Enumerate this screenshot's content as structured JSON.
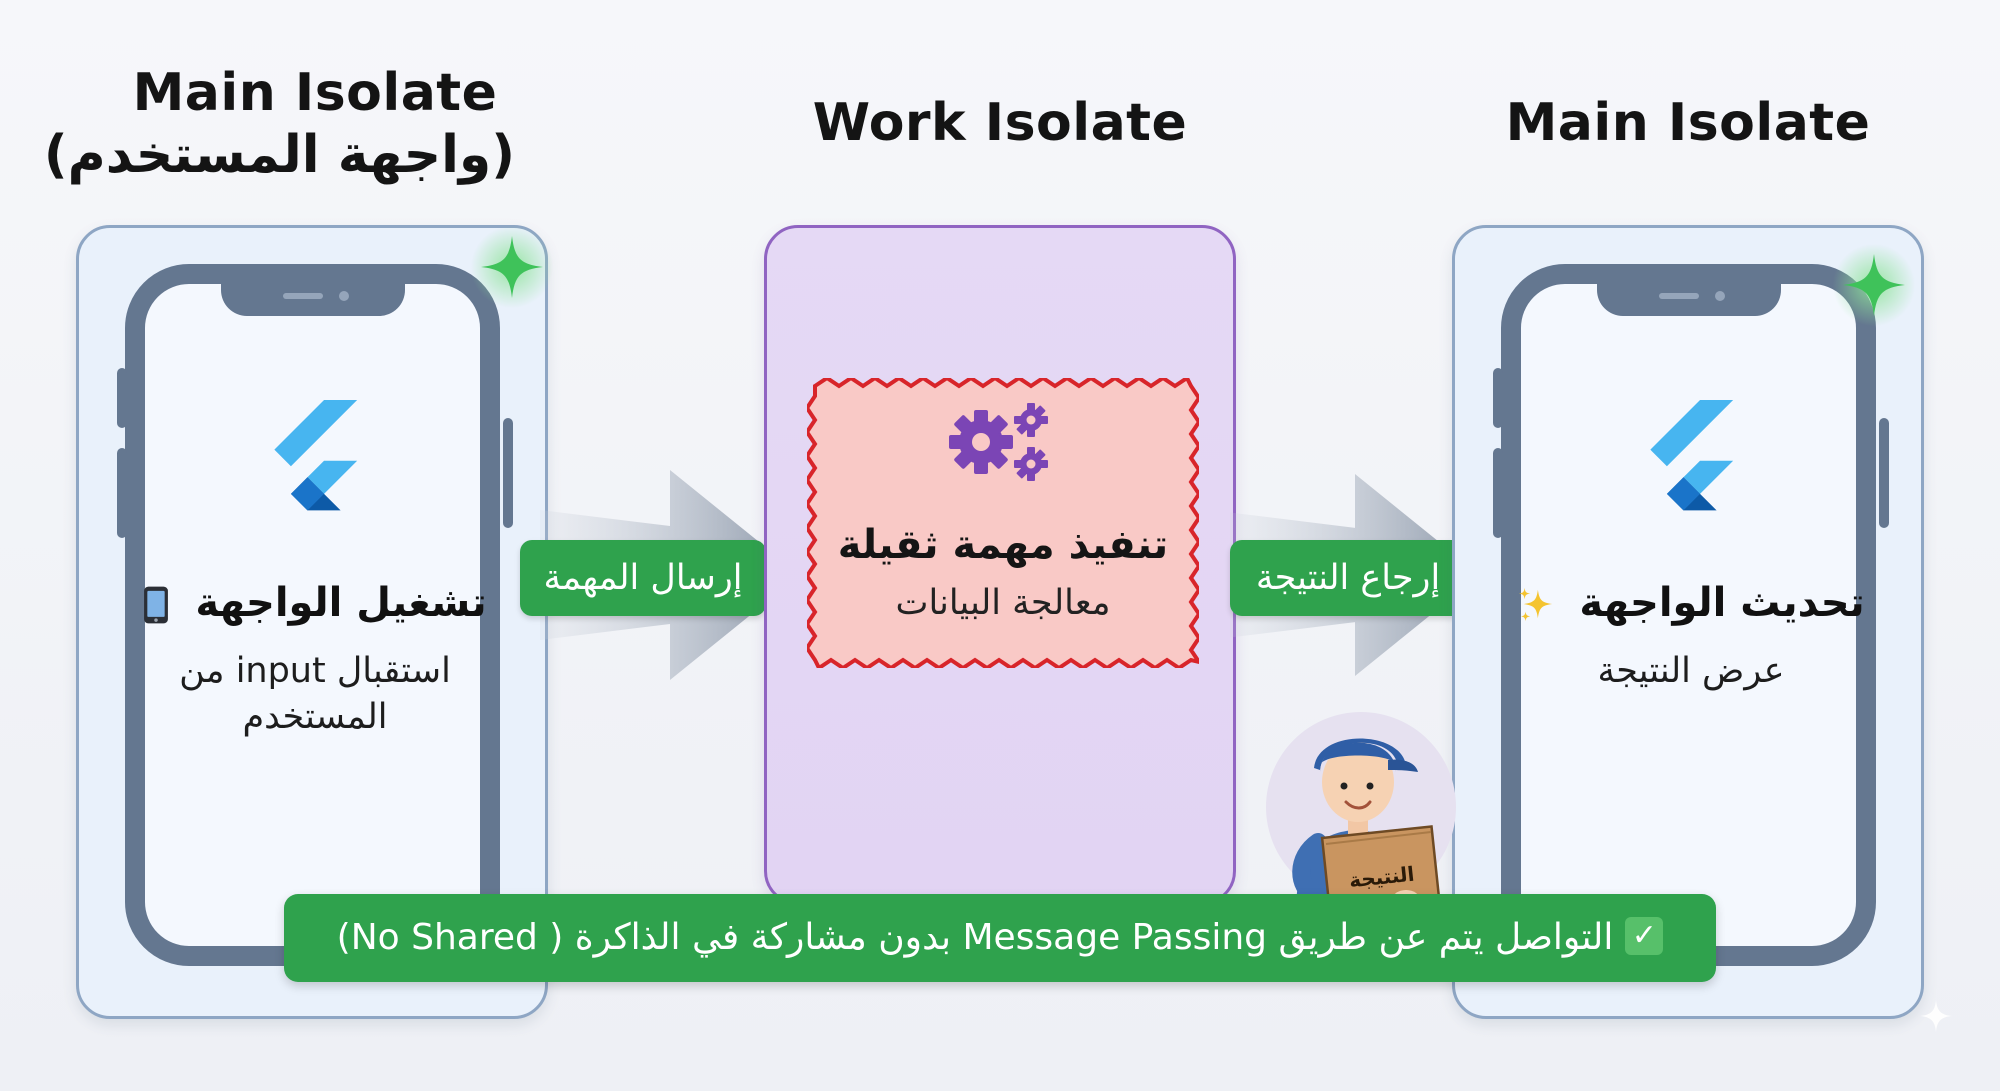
{
  "titles": {
    "left_line1": "Main Isolate",
    "left_line2": "(واجهة المستخدم)",
    "center": "Work Isolate",
    "right": "Main Isolate"
  },
  "left_phone": {
    "icon": "flutter-logo",
    "emoji_icon": "mobile-phone-icon",
    "title": "تشغيل الواجهة",
    "subtitle": "استقبال input من المستخدم"
  },
  "send_arrow": {
    "label": "إرسال المهمة"
  },
  "work": {
    "icon": "gears-icon",
    "title": "تنفيذ مهمة ثقيلة",
    "subtitle": "معالجة البيانات"
  },
  "return_arrow": {
    "label": "إرجاع النتيجة"
  },
  "right_phone": {
    "icon": "flutter-logo",
    "emoji_icon": "sparkles-icon",
    "title": "تحديث الواجهة",
    "subtitle": "عرض النتيجة"
  },
  "courier": {
    "box_label": "النتيجة"
  },
  "banner": {
    "text": "التواصل يتم عن طريق Message Passing بدون مشاركة في الذاكرة ( No Shared)",
    "icon": "check-mark-icon"
  },
  "colors": {
    "green": "#2fa24d",
    "phone_frame": "#647790",
    "work_panel": "#e2d4f3",
    "work_border": "#9064c2",
    "stamp_fill": "#f9c9c6",
    "stamp_border": "#d8252a",
    "gear": "#7b45b5",
    "flutter_light": "#47b5f0",
    "flutter_dark": "#0d5aa7"
  }
}
